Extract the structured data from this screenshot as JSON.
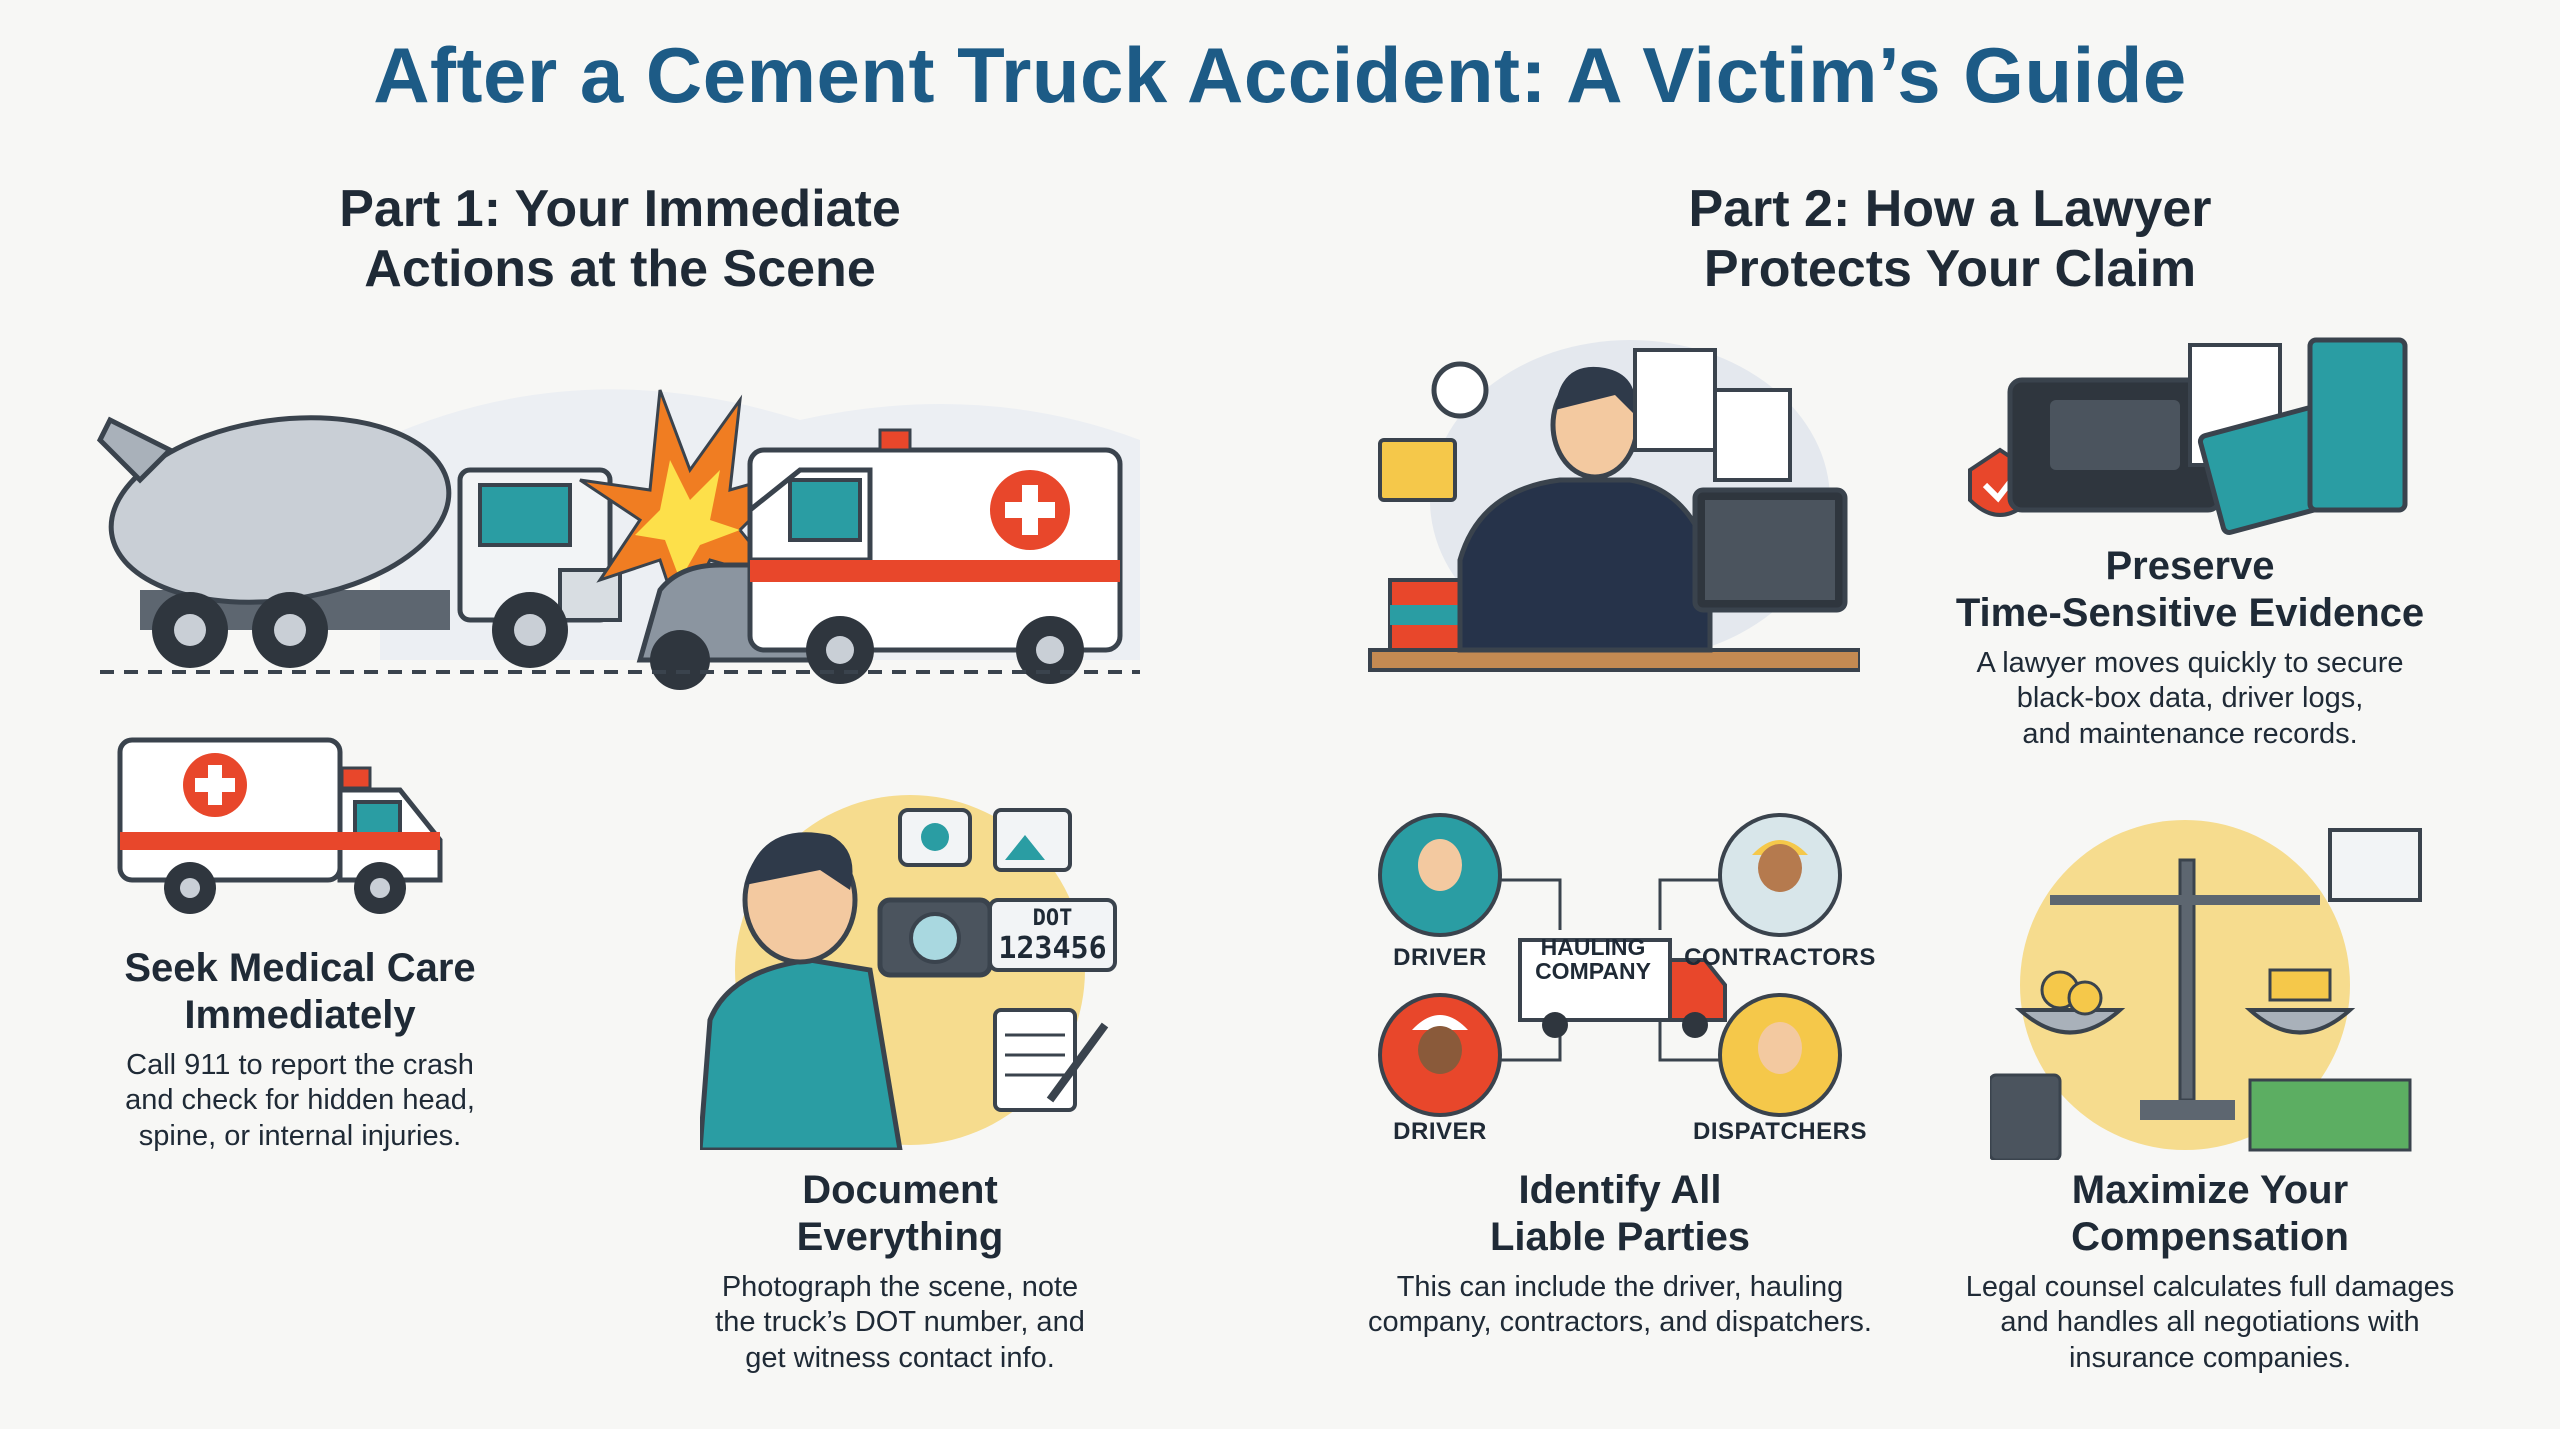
{
  "title": "After a Cement Truck Accident: A Victim’s Guide",
  "part1": {
    "title_line1": "Part 1: Your Immediate",
    "title_line2": "Actions at the Scene",
    "step1": {
      "title_line1": "Seek Medical Care",
      "title_line2": "Immediately",
      "desc_line1": "Call 911 to report the crash",
      "desc_line2": "and check for hidden head,",
      "desc_line3": "spine, or internal injuries."
    },
    "step2": {
      "title_line1": "Document",
      "title_line2": "Everything",
      "desc_line1": "Photograph the scene, note",
      "desc_line2": "the truck’s DOT number, and",
      "desc_line3": "get witness contact info.",
      "dot_label": "DOT",
      "dot_number": "123456"
    }
  },
  "part2": {
    "title_line1": "Part 2: How a Lawyer",
    "title_line2": "Protects Your Claim",
    "evidence": {
      "title_line1": "Preserve",
      "title_line2": "Time-Sensitive Evidence",
      "desc_line1": "A lawyer moves quickly to secure",
      "desc_line2": "black-box data, driver logs,",
      "desc_line3": "and maintenance records."
    },
    "liable": {
      "title_line1": "Identify All",
      "title_line2": "Liable Parties",
      "desc_line1": "This can include the driver, hauling",
      "desc_line2": "company, contractors, and dispatchers.",
      "node_driver_top": "DRIVER",
      "node_contractors": "CONTRACTORS",
      "node_driver_bottom": "DRIVER",
      "node_dispatchers": "DISPATCHERS",
      "hauling_line1": "HAULING",
      "hauling_line2": "COMPANY"
    },
    "compensation": {
      "title_line1": "Maximize Your",
      "title_line2": "Compensation",
      "desc_line1": "Legal counsel calculates full damages",
      "desc_line2": "and handles all negotiations with",
      "desc_line3": "insurance companies."
    }
  },
  "icons": {
    "truck": "cement-truck-icon",
    "ambulance": "ambulance-icon",
    "camera": "camera-icon",
    "lawyer": "lawyer-at-desk-icon",
    "black_box": "black-box-icon",
    "scales": "scales-of-justice-icon"
  },
  "colors": {
    "title_blue": "#1d5b86",
    "accent_red": "#e8472b",
    "accent_teal": "#2a9da3",
    "accent_yellow": "#f5c84a"
  }
}
